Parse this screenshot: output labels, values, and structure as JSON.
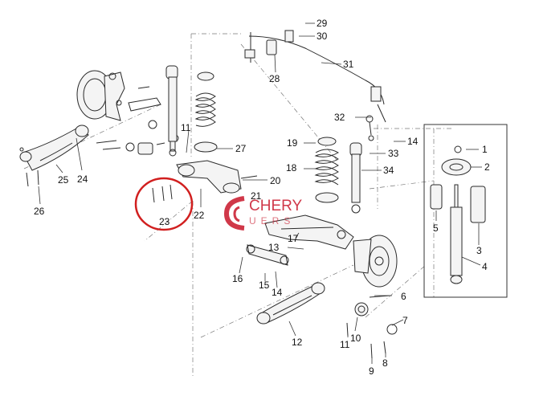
{
  "diagram": {
    "callouts": [
      "1",
      "2",
      "3",
      "4",
      "5",
      "6",
      "7",
      "8",
      "9",
      "10",
      "11",
      "12",
      "13",
      "14",
      "15",
      "16",
      "17",
      "18",
      "19",
      "20",
      "21",
      "22",
      "23",
      "24",
      "25",
      "26",
      "27",
      "28",
      "29",
      "30",
      "31",
      "32",
      "33",
      "34"
    ],
    "callout_11b": "11",
    "callout_14b": "14",
    "highlight": {
      "label": "23",
      "color": "#d11f1f"
    }
  },
  "watermark": {
    "brand": "CHERY",
    "sub": "UERS",
    "color": "#c8162a"
  }
}
